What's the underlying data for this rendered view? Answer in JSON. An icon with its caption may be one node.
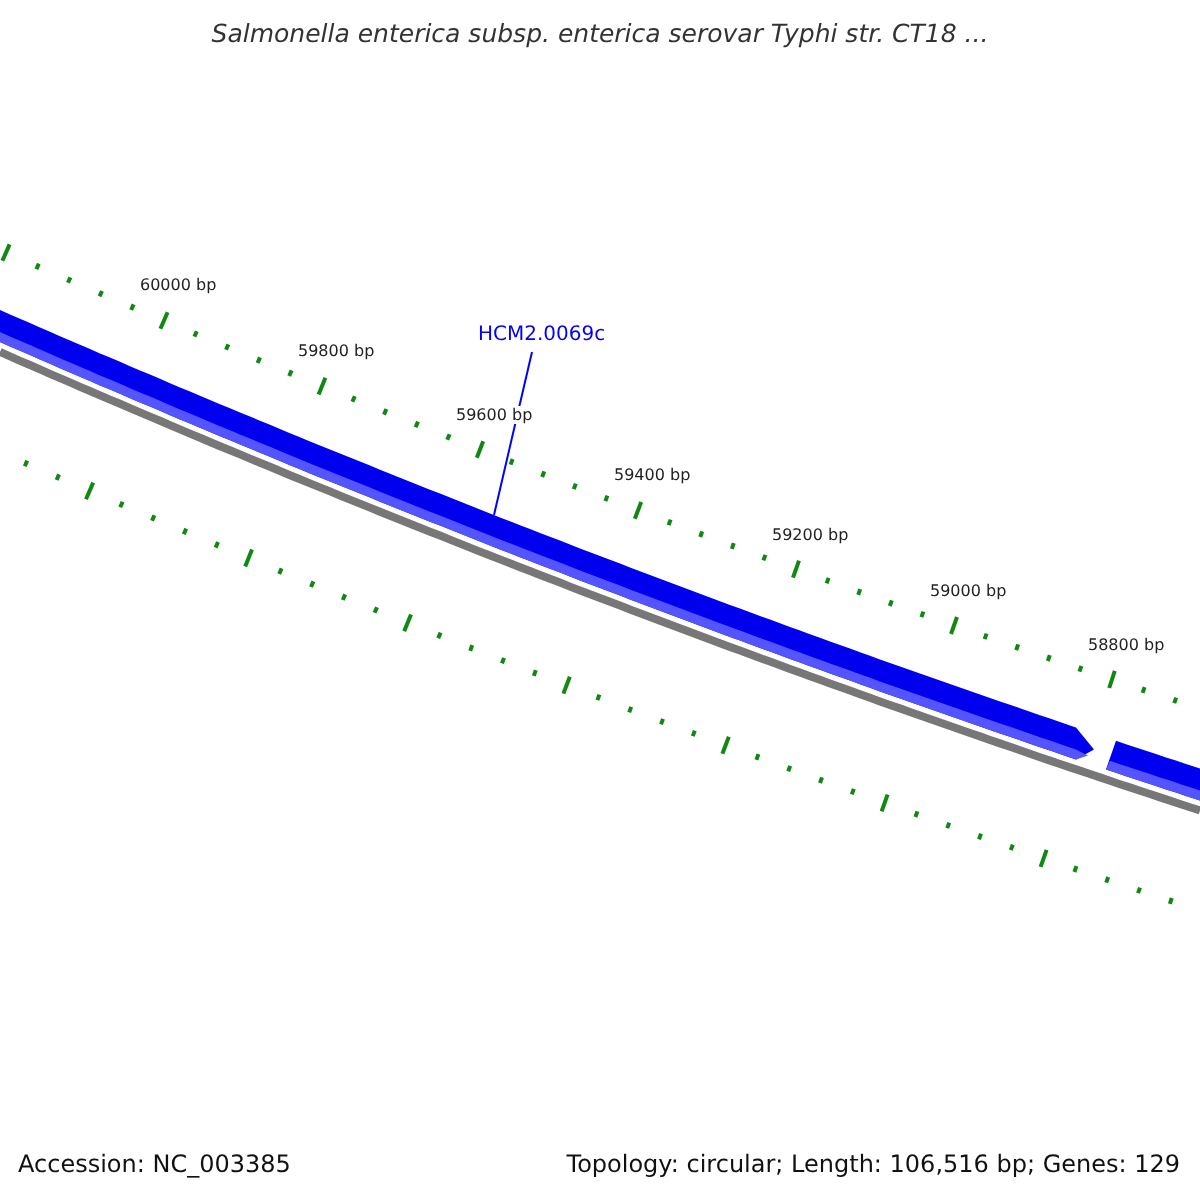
{
  "diagram": {
    "title": "Salmonella enterica subsp. enterica serovar Typhi str. CT18 ...",
    "nodes": [
      {
        "text": [
          "HCM2.0069c"
        ]
      },
      {
        "text": [],
        "shape": "bar"
      }
    ],
    "edges": [
      {
        "from": 0,
        "to": 1,
        "arrow": "none"
      }
    ],
    "labels": [
      "60000 bp",
      "59800 bp",
      "59600 bp",
      "59400 bp",
      "59200 bp",
      "59000 bp",
      "58800 bp",
      "Accession: NC_003385",
      "Topology: circular; Length: 106,516 bp; Genes: 129"
    ]
  }
}
